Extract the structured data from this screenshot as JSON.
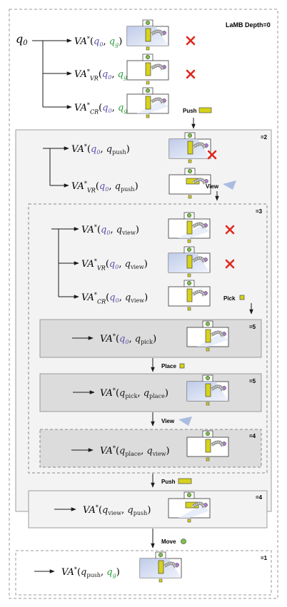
{
  "title": "LaMB Depth=0",
  "root": {
    "q0": "q",
    "q0_sub": "0",
    "rows": [
      {
        "op": "VA",
        "sub": "",
        "a": "q",
        "as": "0",
        "b": "q",
        "bs": "g",
        "cross": true
      },
      {
        "op": "VA",
        "sub": "VR",
        "a": "q",
        "as": "0",
        "b": "q",
        "bs": "g",
        "cross": true
      },
      {
        "op": "VA",
        "sub": "CR",
        "a": "q",
        "as": "0",
        "b": "q",
        "bs": "g",
        "cross": false
      }
    ],
    "action": "Push"
  },
  "level2": {
    "depth": "=2",
    "rows": [
      {
        "op": "VA",
        "sub": "",
        "a": "q",
        "as": "0",
        "b": "q",
        "bs": "push",
        "cross": true
      },
      {
        "op": "VA",
        "sub": "VR",
        "a": "q",
        "as": "0",
        "b": "q",
        "bs": "push",
        "cross": false
      }
    ],
    "action": "View"
  },
  "level3": {
    "depth": "=3",
    "rows": [
      {
        "op": "VA",
        "sub": "",
        "a": "q",
        "as": "0",
        "b": "q",
        "bs": "view",
        "cross": true
      },
      {
        "op": "VA",
        "sub": "VR",
        "a": "q",
        "as": "0",
        "b": "q",
        "bs": "view",
        "cross": true
      },
      {
        "op": "VA",
        "sub": "CR",
        "a": "q",
        "as": "0",
        "b": "q",
        "bs": "view",
        "cross": false
      }
    ],
    "action": "Pick"
  },
  "steps": [
    {
      "depth": "=5",
      "a": "q",
      "as": "0",
      "b": "q",
      "bs": "pick",
      "action": "Place"
    },
    {
      "depth": "=5",
      "a": "q",
      "as": "pick",
      "b": "q",
      "bs": "place",
      "action": "View"
    },
    {
      "depth": "=4",
      "a": "q",
      "as": "place",
      "b": "q",
      "bs": "view",
      "action": "Push"
    },
    {
      "depth": "=4",
      "a": "q",
      "as": "view",
      "b": "q",
      "bs": "push",
      "action": "Move"
    },
    {
      "depth": "=1",
      "a": "q",
      "as": "push",
      "b": "q",
      "bs": "g",
      "action": ""
    }
  ],
  "colors": {
    "q0": "#5a4fa8",
    "goal": "#2e9a3c",
    "cross": "#e0281e",
    "yellow": "#d6d21e",
    "green": "#7cc04a",
    "purple": "#b07ad0",
    "viewblue": "#a9bce0"
  },
  "icons": [
    "cross-icon",
    "robot-scene-icon",
    "push-block-icon",
    "view-wedge-icon",
    "pick-cube-icon",
    "place-cube-icon",
    "move-dot-icon"
  ]
}
